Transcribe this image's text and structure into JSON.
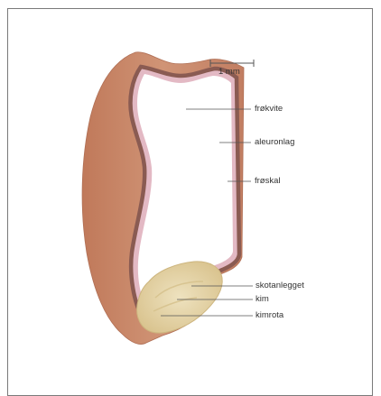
{
  "figure": {
    "scale_label": "1 mm",
    "labels": {
      "endosperm": "frøkvite",
      "aleurone": "aleuronlag",
      "seed_coat": "frøskal",
      "shoot": "skotanlegget",
      "embryo": "kim",
      "root": "kimrota"
    },
    "colors": {
      "pericarp": "#c98a6a",
      "aleurone": "#8a5b52",
      "seed_coat_pink": "#e3b9c4",
      "endosperm": "#ffffff",
      "embryo": "#e6d6a6",
      "line": "#555555"
    }
  }
}
